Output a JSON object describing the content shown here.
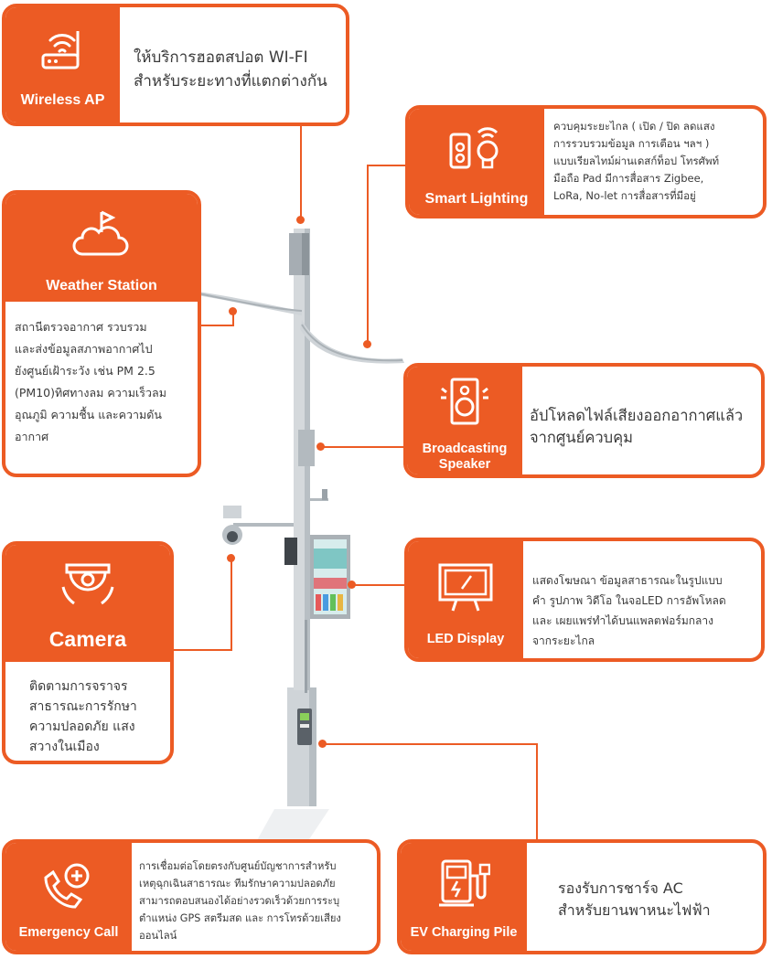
{
  "theme": {
    "accent": "#ec5b24",
    "pole": "#c9ced2",
    "pole_dark": "#9aa2a8"
  },
  "wireless_ap": {
    "title": "Wireless AP",
    "icon": "wifi-router-icon",
    "desc_line1": "ให้บริการฮอตสปอต WI-FI",
    "desc_line2": "สำหรับระยะทางที่แตกต่างกัน"
  },
  "smart_lighting": {
    "title": "Smart Lighting",
    "icon": "phone-bulb-icon",
    "desc": [
      "ควบคุมระยะไกล ( เปิด / ปิด ลดแสง",
      "การรวบรวมข้อมูล การเตือน ฯลฯ )",
      "แบบเรียลไทม์ผ่านเดสก์ท็อป โทรศัพท์",
      "มือถือ Pad มีการสื่อสาร Zigbee,",
      "LoRa, No-let การสื่อสารที่มีอยู่"
    ]
  },
  "weather_station": {
    "title": "Weather Station",
    "icon": "weather-cloud-icon",
    "desc": [
      "สถานีตรวจอากาศ รวบรวม",
      "และส่งข้อมูลสภาพอากาศไป",
      "ยังศูนย์เฝ้าระวัง เช่น PM 2.5",
      "(PM10)ทิศทางลม ความเร็วลม",
      "อุณภูมิ ความชื้น และความดัน",
      "อากาศ"
    ]
  },
  "broadcasting": {
    "title_line1": "Broadcasting",
    "title_line2": "Speaker",
    "icon": "speaker-icon",
    "desc_line1": "อัปโหลดไฟล์เสียงออกอากาศแล้ว",
    "desc_line2": "จากศูนย์ควบคุม"
  },
  "camera": {
    "title": "Camera",
    "icon": "cctv-camera-icon",
    "desc": [
      "ติดตามการจราจร",
      "สาธารณะการรักษา",
      "ความปลอดภัย แสง",
      "สวางในเมือง"
    ]
  },
  "led_display": {
    "title": "LED Display",
    "icon": "led-screen-icon",
    "desc": [
      "แสดงโฆษณา ข้อมูลสาธารณะในรูปแบบ",
      "คำ รูปภาพ วิดีโอ ในจอLED การอัพโหลด",
      "และ เผยแพร่ทำได้บนแพลตฟอร์มกลาง",
      "จากระยะไกล"
    ]
  },
  "emergency_call": {
    "title": "Emergency Call",
    "icon": "emergency-phone-icon",
    "desc": [
      "การเชื่อมต่อโดยตรงกับศูนย์บัญชาการสำหรับ",
      "เหตุฉุกเฉินสาธารณะ ทีมรักษาความปลอดภัย",
      "สามารถตอบสนองได้อย่างรวดเร็วด้วยการระบุ",
      "ตำแหน่ง GPS สตรีมสด และ การโทรด้วยเสียง",
      "ออนไลน์"
    ]
  },
  "ev_charging": {
    "title": "EV Charging Pile",
    "icon": "ev-charger-icon",
    "desc_line1": "รองรับการชาร์จ AC",
    "desc_line2": "สำหรับยานพาหนะไฟฟ้า"
  }
}
